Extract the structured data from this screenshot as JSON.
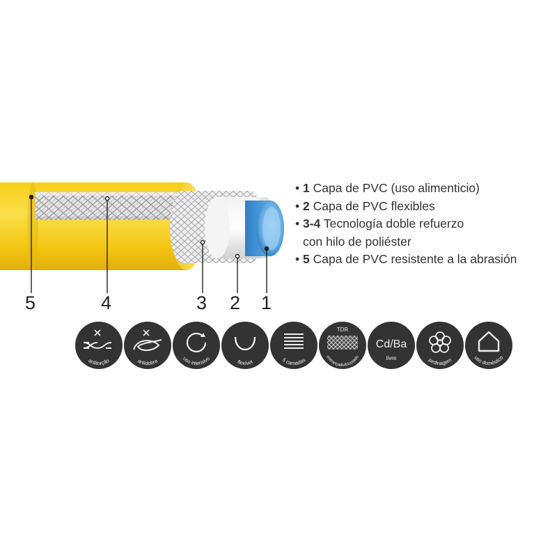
{
  "layer_numbers": [
    "5",
    "4",
    "3",
    "2",
    "1"
  ],
  "specs": [
    {
      "num": "1",
      "text": " Capa de PVC (uso alimenticio)"
    },
    {
      "num": "2",
      "text": " Capa de PVC flexibles"
    },
    {
      "num": "3-4",
      "text": " Tecnología doble refuerzo",
      "continuation": "con hilo de poliéster"
    },
    {
      "num": "5",
      "text": " Capa de PVC resistente a la abrasión"
    }
  ],
  "badges": [
    {
      "icon": "anti-torsion-icon",
      "label": "antitorção"
    },
    {
      "icon": "anti-kink-icon",
      "label": "antidobra"
    },
    {
      "icon": "intensive-use-icon",
      "label": "uso intensivo"
    },
    {
      "icon": "flexible-icon",
      "label": "flexível"
    },
    {
      "icon": "layers-icon",
      "label": "5 camadas"
    },
    {
      "icon": "tdr-mesh-icon",
      "label": "entrançado/tricotado",
      "top_text": "TDR"
    },
    {
      "icon": "cadmium-barium-icon",
      "label": "livre",
      "main_text": "Cd/Ba"
    },
    {
      "icon": "flower-icon",
      "label": "jardinagem"
    },
    {
      "icon": "house-icon",
      "label": "uso doméstico"
    }
  ],
  "colors": {
    "hose_yellow": "#f7d21c",
    "hose_yellow_dark": "#e3b20e",
    "inner_blue": "#3f8fd2",
    "badge_bg": "#333333",
    "text": "#333333"
  }
}
